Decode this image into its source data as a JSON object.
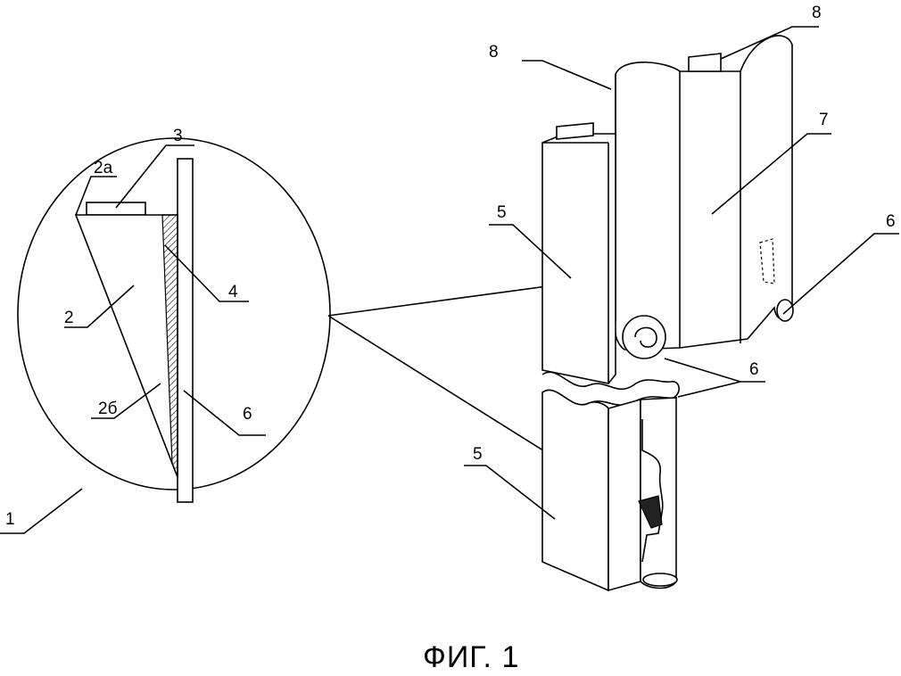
{
  "figure": {
    "caption": "ФИГ. 1",
    "labels": {
      "ellipse": "1",
      "wedge": "2",
      "wedge_top": "2а",
      "wedge_face": "2б",
      "plate": "3",
      "layer": "4",
      "pipe_detail": "6",
      "panel_upper": "5",
      "panel_lower": "5",
      "cover": "7",
      "cap_left": "8",
      "cap_right": "8",
      "pipe_right": "6",
      "pipe_middle": "6"
    }
  }
}
